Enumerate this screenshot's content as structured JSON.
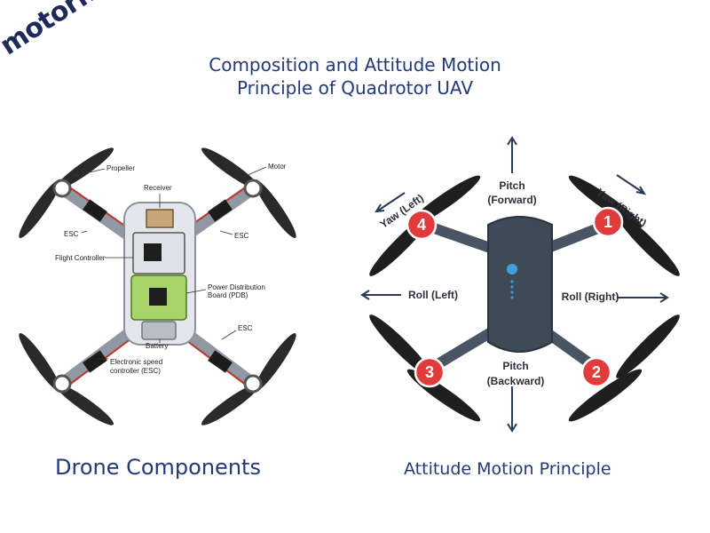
{
  "logo": {
    "text": "motorneo"
  },
  "title": {
    "line1": "Composition and Attitude Motion",
    "line2": "Principle of Quadrotor UAV"
  },
  "components": {
    "caption": "Drone Components",
    "labels": {
      "propeller": "Propeller",
      "motor": "Motor",
      "receiver": "Receiver",
      "esc_left": "ESC",
      "esc_right": "ESC",
      "flight_controller": "Flight Controller",
      "pdb_line1": "Power Distribution",
      "pdb_line2": "Board (PDB)",
      "battery": "Battery",
      "esc_lower": "ESC",
      "esc_full_line1": "Electronic speed",
      "esc_full_line2": "controller (ESC)"
    }
  },
  "motion": {
    "caption": "Attitude Motion Principle",
    "pitch_forward_line1": "Pitch",
    "pitch_forward_line2": "(Forward)",
    "pitch_backward_line1": "Pitch",
    "pitch_backward_line2": "(Backward)",
    "roll_left": "Roll (Left)",
    "roll_right": "Roll (Right)",
    "yaw_left": "Yaw (Left)",
    "yaw_right": "Yaw (Right)",
    "motor_numbers": [
      "1",
      "2",
      "3",
      "4"
    ]
  },
  "colors": {
    "title": "#243a78",
    "badge": "#e23b3b",
    "logo": "#1f2a5a",
    "frame": "#9aa3ad",
    "pcb": "#a8d46a",
    "drone_body": "#3f4a57"
  }
}
